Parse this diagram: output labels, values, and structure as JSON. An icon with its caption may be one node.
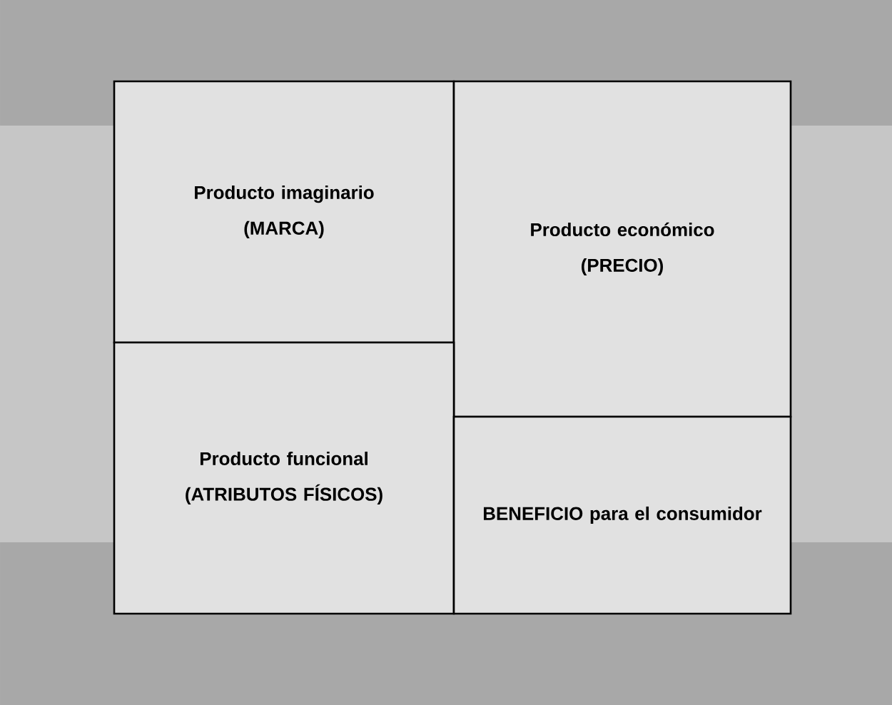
{
  "diagram": {
    "nodes": [
      {
        "text": [
          "Producto imaginario",
          "(MARCA)"
        ]
      },
      {
        "text": [
          "Producto económico",
          "(PRECIO)"
        ]
      },
      {
        "text": [
          "Producto funcional",
          "(ATRIBUTOS FÍSICOS)"
        ]
      },
      {
        "text": [
          "BENEFICIO para el consumidor"
        ]
      }
    ]
  }
}
